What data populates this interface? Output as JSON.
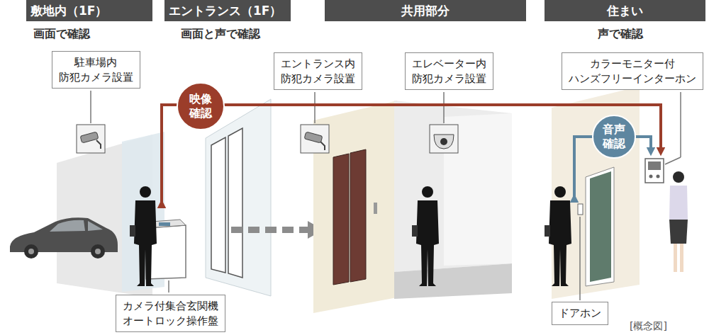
{
  "diagram": {
    "nodes": [
      {
        "text": [
          "敷地内（1F）"
        ]
      },
      {
        "text": [
          "エントランス（1F）"
        ]
      },
      {
        "text": [
          "共用部分"
        ]
      },
      {
        "text": [
          "住まい"
        ]
      },
      {
        "text": [
          "駐車場内 防犯カメラ設置"
        ]
      },
      {
        "text": [
          "映像 確認"
        ]
      },
      {
        "text": [
          "エントランス内 防犯カメラ設置"
        ]
      },
      {
        "text": [
          "エレベーター内 防犯カメラ設置"
        ]
      },
      {
        "text": [
          "カラーモニター付 ハンズフリーインターホン"
        ]
      },
      {
        "text": [
          "音声 確認"
        ]
      },
      {
        "text": [
          "カメラ付集合玄関機 オートロック操作盤"
        ]
      },
      {
        "text": [
          "ドアホン"
        ]
      }
    ],
    "labels": [
      "画面で確認",
      "画面と声で確認",
      "声で確認",
      "[概念図]"
    ]
  }
}
